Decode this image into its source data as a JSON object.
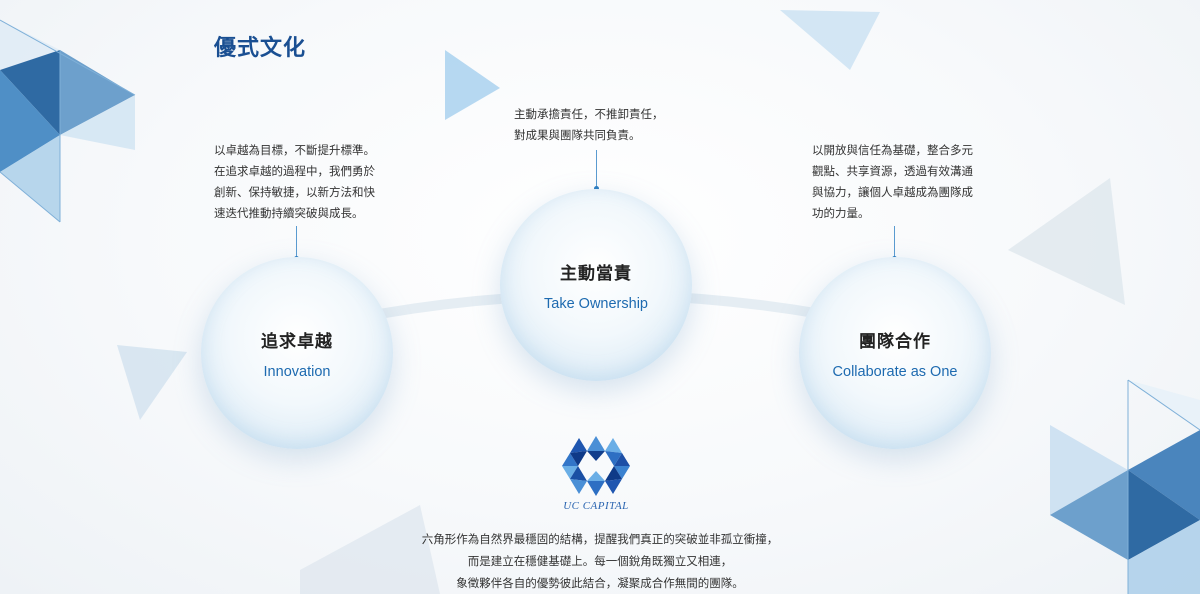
{
  "section": {
    "title": "優式文化"
  },
  "values": [
    {
      "zh": "追求卓越",
      "en": "Innovation",
      "desc": [
        "以卓越為目標，不斷提升標準。",
        "在追求卓越的過程中，我們勇於",
        "創新、保持敏捷，以新方法和快",
        "速迭代推動持續突破與成長。"
      ]
    },
    {
      "zh": "主動當責",
      "en": "Take Ownership",
      "desc": [
        "主動承擔責任，不推卸責任，",
        "對成果與團隊共同負責。"
      ]
    },
    {
      "zh": "團隊合作",
      "en": "Collaborate as One",
      "desc": [
        "以開放與信任為基礎，整合多元",
        "觀點、共享資源，透過有效溝通",
        "與協力，讓個人卓越成為團隊成",
        "功的力量。"
      ]
    }
  ],
  "logo": {
    "text": "UC CAPITAL",
    "icon": "hexagon-triangles-logo-icon"
  },
  "footer": {
    "lines": [
      "六角形作為自然界最穩固的結構，提醒我們真正的突破並非孤立衝撞，",
      "而是建立在穩健基礎上。每一個銳角既獨立又相連，",
      "象徵夥伴各自的優勢彼此結合，凝聚成合作無間的團隊。"
    ]
  },
  "colors": {
    "accent": "#1a4f92",
    "link_blue": "#1d6ab0",
    "triangle_dark": "#2f6aa3",
    "triangle_light": "#8ec5e8"
  }
}
